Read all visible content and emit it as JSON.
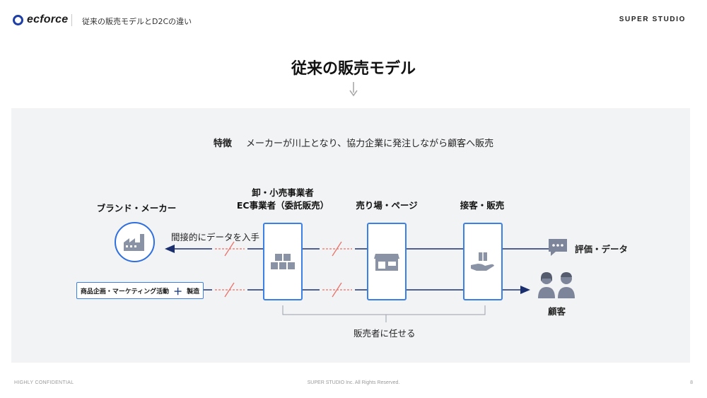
{
  "header": {
    "logo_text": "ecforce",
    "title": "従来の販売モデルとD2Cの違い",
    "brand": "SUPER STUDIO"
  },
  "slide": {
    "title": "従来の販売モデル",
    "feature_label": "特徴",
    "feature_text": "メーカーが川上となり、協力企業に発注しながら顧客へ販売"
  },
  "diagram": {
    "brand_maker": "ブランド・メーカー",
    "wholesale_line1": "卸・小売事業者",
    "wholesale_line2": "EC事業者（委託販売）",
    "store": "売り場・ページ",
    "service": "接客・販売",
    "indirect_data": "間接的にデータを入手",
    "planning": "商品企画・マーケティング活動",
    "plus": "＋",
    "manufacturing": "製造",
    "review": "評価・データ",
    "customer": "顧客",
    "delegate": "販売者に任せる"
  },
  "colors": {
    "navy": "#1b2f6e",
    "accent_blue": "#3b80e8",
    "broken_red": "#e8736b",
    "icon_gray": "#7d859a"
  },
  "footer": {
    "left": "HIGHLY CONFIDENTIAL",
    "center": "SUPER STUDIO Inc. All Rights Reserved.",
    "page": "8"
  }
}
